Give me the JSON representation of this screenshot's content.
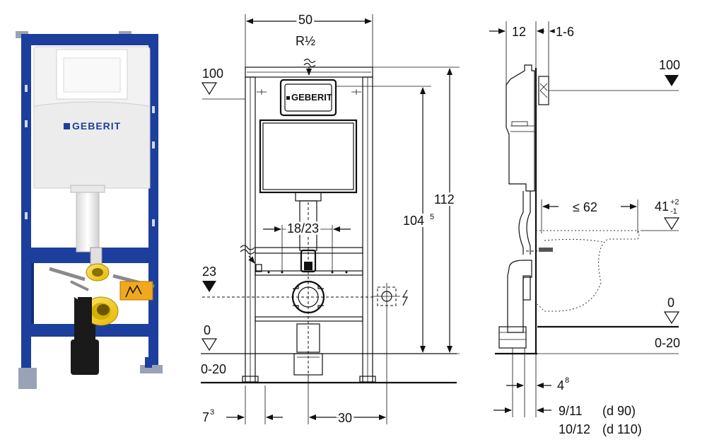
{
  "brand": {
    "logo_text": "GEBERIT",
    "colors": {
      "frame_blue": "#1c3e9c",
      "frame_blue_dark": "#142c72",
      "cistern_white": "#f2f2f2",
      "fitting_yellow": "#f3d21b",
      "label_orange": "#f2a81c",
      "pipe_black": "#1a1a1a",
      "line_black": "#111111"
    }
  },
  "front_view": {
    "width_top": "50",
    "inlet": "R½",
    "height_total": "112",
    "height_inner": "104",
    "height_inner_sup": "5",
    "center_spacing": "18/23",
    "level_100": "100",
    "level_23": "23",
    "level_0": "0",
    "floor_range": "0-20",
    "bottom_left": "7",
    "bottom_left_sup": "3",
    "bottom_width": "30",
    "panel_logo": "GEBERIT"
  },
  "side_view": {
    "depth_top": "12",
    "depth_adjust": "1-6",
    "level_100": "100",
    "bowl_reach": "≤ 62",
    "bowl_height": "41",
    "bowl_tol_plus": "+2",
    "bowl_tol_minus": "-1",
    "level_0": "0",
    "floor_range": "0-20",
    "bottom_offset": "4",
    "bottom_offset_sup": "8",
    "pipe_dim_1": "9/11",
    "pipe_dia_1": "(d 90)",
    "pipe_dim_2": "10/12",
    "pipe_dia_2": "(d 110)"
  }
}
